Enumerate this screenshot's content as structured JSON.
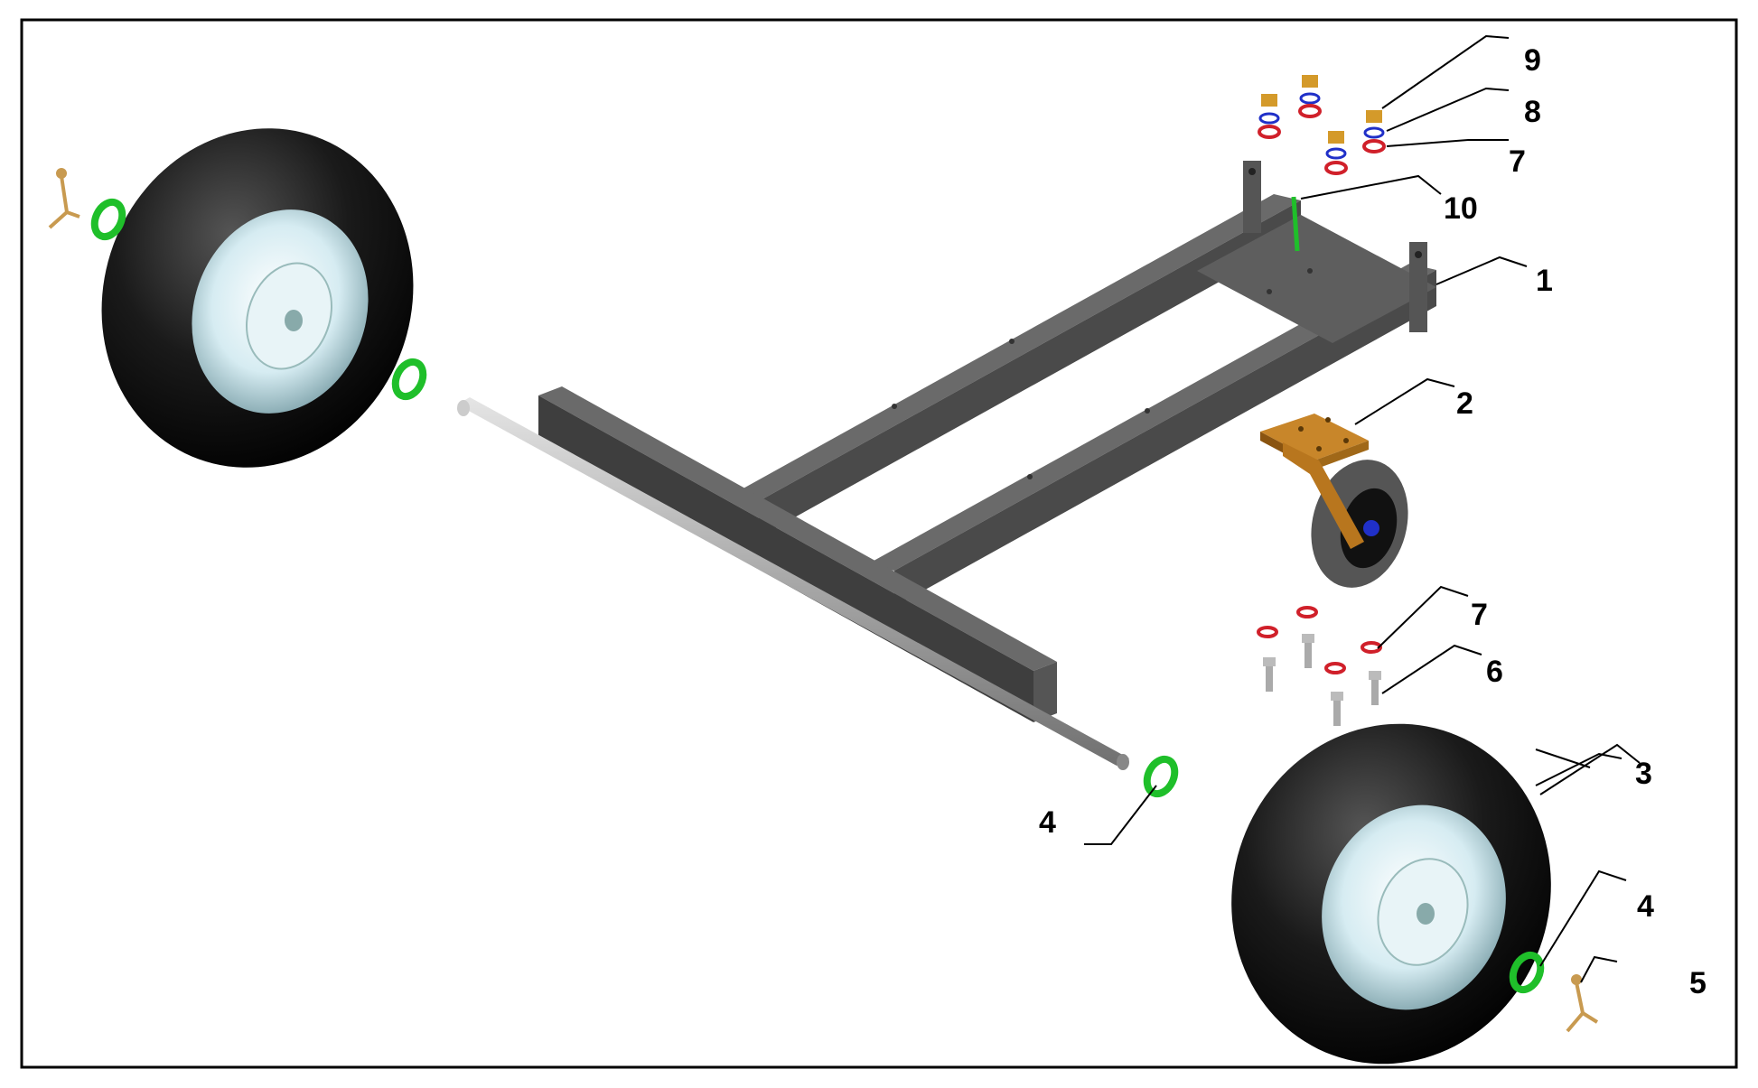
{
  "diagram": {
    "type": "exploded-parts-view",
    "callouts": [
      {
        "id": "c1",
        "label": "1"
      },
      {
        "id": "c2",
        "label": "2"
      },
      {
        "id": "c3",
        "label": "3"
      },
      {
        "id": "c4a",
        "label": "4"
      },
      {
        "id": "c4b",
        "label": "4"
      },
      {
        "id": "c5",
        "label": "5"
      },
      {
        "id": "c6",
        "label": "6"
      },
      {
        "id": "c7a",
        "label": "7"
      },
      {
        "id": "c7b",
        "label": "7"
      },
      {
        "id": "c8",
        "label": "8"
      },
      {
        "id": "c9",
        "label": "9"
      },
      {
        "id": "c10",
        "label": "10"
      }
    ],
    "colors": {
      "frame": "#4a4a4a",
      "frame_top": "#6a6a6a",
      "tire": "#111111",
      "rim": "#cfe6ec",
      "washer_green": "#1fbf2a",
      "washer_red": "#d0202a",
      "washer_blue": "#2030c8",
      "nut_gold": "#d49a2a",
      "caster_bracket": "#b8761e",
      "axle": "#a8a8a8",
      "pin": "#c89a50"
    }
  }
}
